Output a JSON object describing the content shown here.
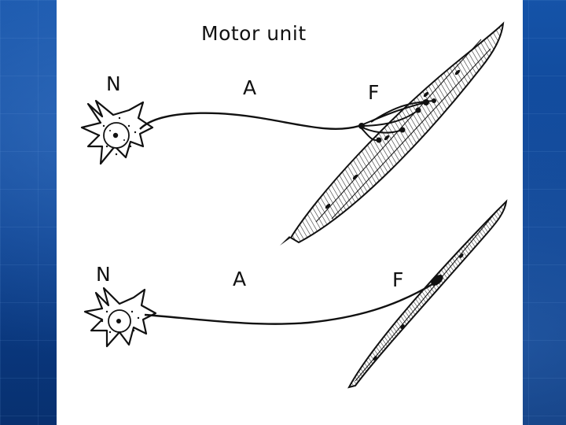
{
  "diagram": {
    "title": "Motor unit",
    "upper": {
      "neuron_label": "N",
      "axon_label": "A",
      "fiber_label": "F"
    },
    "lower": {
      "neuron_label": "N",
      "axon_label": "A",
      "fiber_label": "F"
    }
  },
  "colors": {
    "background": "#0a3f8f",
    "panel": "#ffffff",
    "ink": "#111111"
  }
}
